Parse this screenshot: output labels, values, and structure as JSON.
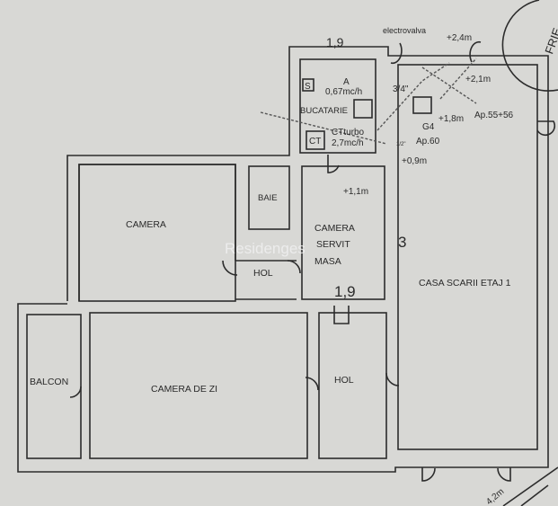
{
  "plan": {
    "dimension_top": "1,9",
    "dimension_handwritten": "1,9",
    "handwritten_3": "3",
    "dimension_bottom": "4,2m",
    "watermark": "Residenges",
    "stamp_text": "FRIE",
    "rooms": {
      "camera": "CAMERA",
      "baie": "BAIE",
      "hol_small": "HOL",
      "camera_servit_1": "CAMERA",
      "camera_servit_2": "SERVIT",
      "camera_servit_3": "MASA",
      "bucatarie": "BUCATARIE",
      "casa_scarii": "CASA SCARII ETAJ 1",
      "balcon": "BALCON",
      "camera_de_zi": "CAMERA DE ZI",
      "hol_large": "HOL"
    },
    "gas": {
      "s_symbol": "S",
      "a_label": "A",
      "a_flow": "0,67mc/h",
      "ct_symbol": "CT",
      "ct_label": "CTturbo",
      "ct_flow": "2,7mc/h",
      "electrovalva": "electrovalva",
      "h24": "+2,4m",
      "h21": "+2,1m",
      "h18": "+1,8m",
      "ap5556": "Ap.55+56",
      "g4": "G4",
      "ap60": "Ap.60",
      "h09": "+0,9m",
      "h11": "+1,1m",
      "pipe34": "3/4\"",
      "pipe12": "1/2\""
    }
  }
}
